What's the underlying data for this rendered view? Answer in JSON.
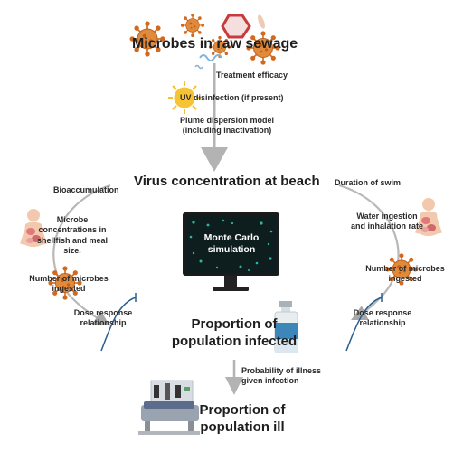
{
  "title": "Microbes in raw sewage",
  "steps": {
    "treatment": "Treatment efficacy",
    "uv": "UV disinfection (if present)",
    "plume": "Plume dispersion model (including inactivation)",
    "beach": "Virus concentration at beach"
  },
  "left_branch": {
    "bioaccumulation": "Bioaccumulation",
    "shellfish": "Microbe concentrations in shellfish and meal size.",
    "ingested": "Number of microbes ingested",
    "dose_response": "Dose response relationship"
  },
  "right_branch": {
    "duration": "Duration of swim",
    "water_ingestion": "Water ingestion and inhalation rate",
    "ingested": "Number of microbes ingested",
    "dose_response": "Dose response relationship"
  },
  "center": {
    "monte_carlo": "Monte Carlo simulation",
    "infected": "Proportion of population infected",
    "probability": "Probability of illness given infection",
    "ill": "Proportion of population ill"
  },
  "colors": {
    "virus": "#d2691e",
    "arrow": "#b3b3b3",
    "monitor": "#1b1b1b",
    "sun": "#f2c230"
  },
  "icons": [
    "virus-icon",
    "bacteria-icon",
    "sun-icon",
    "human-body-icon",
    "monitor-icon",
    "vaccine-vial-icon",
    "hospital-bed-icon"
  ]
}
